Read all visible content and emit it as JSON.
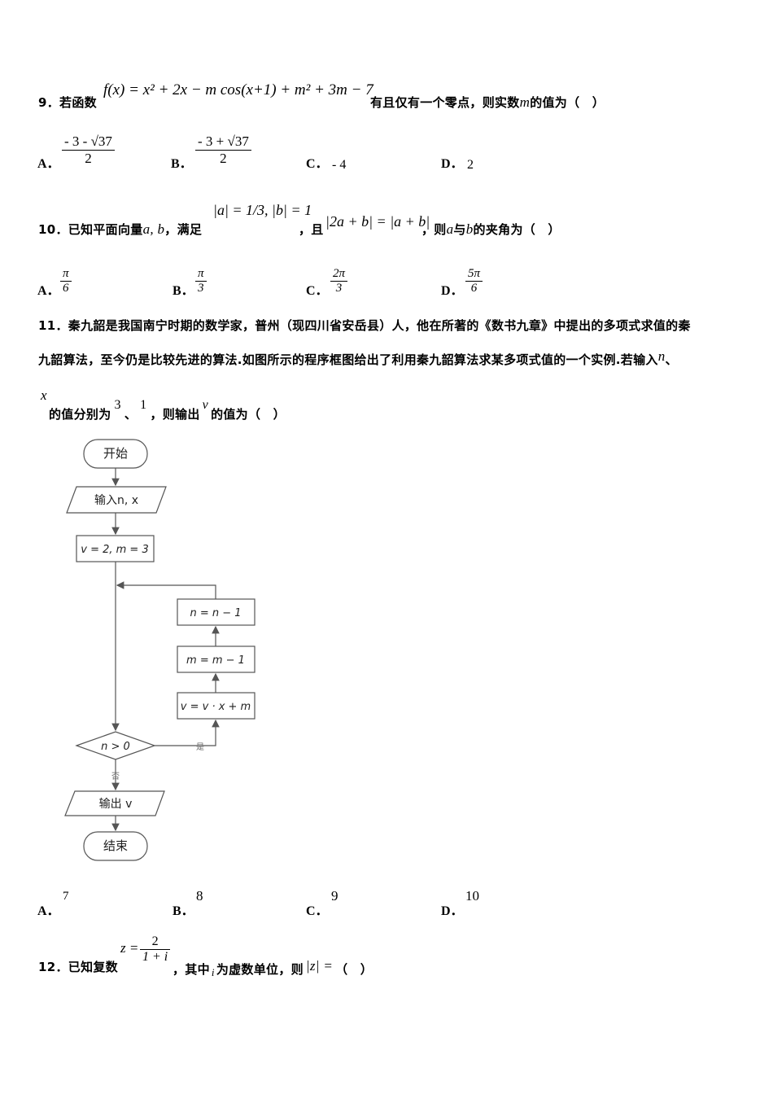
{
  "q9": {
    "num": "9．",
    "lead": "若函数",
    "formula": "f(x) = x² + 2x − m cos(x+1) + m² + 3m − 7",
    "tail_a": "有且仅有一个零点，则实数",
    "var_m": "m",
    "tail_b": "的值为（　）",
    "options": [
      {
        "label": "A．",
        "num": "- 3 - √37",
        "den": "2"
      },
      {
        "label": "B．",
        "num": "- 3 + √37",
        "den": "2"
      },
      {
        "label": "C．",
        "value": "- 4"
      },
      {
        "label": "D．",
        "value": "2"
      }
    ]
  },
  "q10": {
    "num": "10．",
    "lead": "已知平面向量",
    "vecs": "a, b",
    "cond_lead": "，满足",
    "cond1": "|a| = 1/3, |b| = 1",
    "and": "，且",
    "cond2": "|2a + b| = |a + b|",
    "tail_a": "，则",
    "var_a": "a",
    "with": "与",
    "var_b": "b",
    "tail_b": "的夹角为（　）",
    "options": [
      {
        "label": "A．",
        "num": "π",
        "den": "6"
      },
      {
        "label": "B．",
        "num": "π",
        "den": "3"
      },
      {
        "label": "C．",
        "num": "2π",
        "den": "3"
      },
      {
        "label": "D．",
        "num": "5π",
        "den": "6"
      }
    ]
  },
  "q11": {
    "num": "11．",
    "line1": "秦九韶是我国南宁时期的数学家，普州（现四川省安岳县）人，他在所著的《数书九章》中提出的多项式求值的秦",
    "line2": "九韶算法，至今仍是比较先进的算法.如图所示的程序框图给出了利用秦九韶算法求某多项式值的一个实例.若输入",
    "var_n": "n",
    "sep": "、",
    "var_x": "x",
    "line3a": "的值分别为",
    "val3": "3",
    "sep2": "、",
    "val1": "1",
    "line3b": "，则输出",
    "var_v": "v",
    "line3c": "的值为（　）",
    "flow": {
      "start": "开始",
      "input": "输入n, x",
      "init": "v = 2, m = 3",
      "step1": "v = v · x + m",
      "step2": "m = m − 1",
      "step3": "n = n − 1",
      "cond": "n > 0",
      "yes": "是",
      "no": "否",
      "output": "输出 v",
      "end": "结束"
    },
    "options": [
      {
        "label": "A．",
        "value": "7"
      },
      {
        "label": "B．",
        "value": "8"
      },
      {
        "label": "C．",
        "value": "9"
      },
      {
        "label": "D．",
        "value": "10"
      }
    ]
  },
  "q12": {
    "num": "12．",
    "lead": "已知复数",
    "z_lhs": "z =",
    "z_num": "2",
    "z_den": "1 + i",
    "mid": "，其中",
    "var_i": "i",
    "mid2": "为虚数单位，则",
    "abs_z": "|z| =",
    "tail": "（　）"
  }
}
